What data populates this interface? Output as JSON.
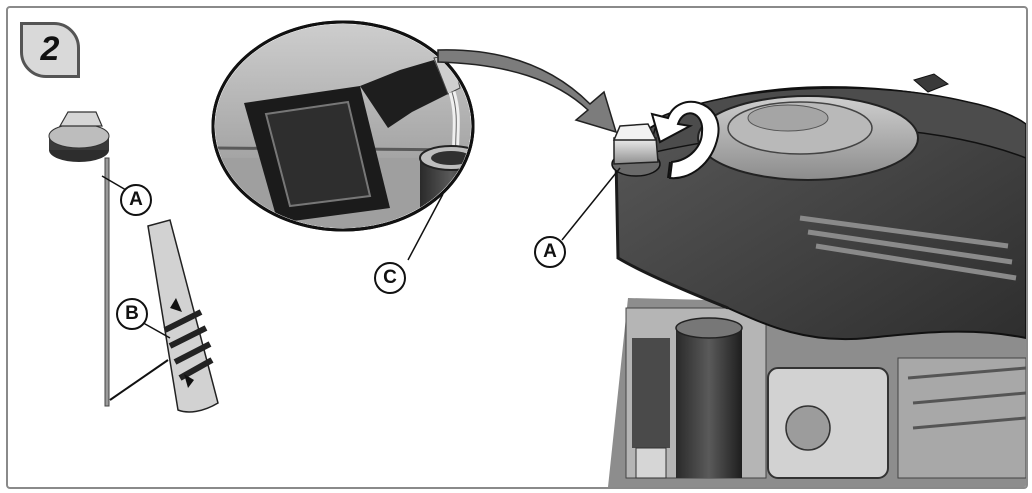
{
  "step": {
    "number": "2"
  },
  "callouts": {
    "dipstick_cap": "A",
    "dipstick_marks": "B",
    "oil_fill": "C",
    "engine_cap": "A"
  },
  "colors": {
    "frame": "#8a8a8a",
    "badge_fill": "#d9d9d9",
    "engine_dark": "#3e3e3e",
    "engine_mid": "#6a6a6a",
    "engine_light": "#c8c8c8",
    "outline": "#111111"
  },
  "icons": [
    "rotate-arrow-icon",
    "curved-arrow-icon",
    "oil-bottle-icon"
  ]
}
